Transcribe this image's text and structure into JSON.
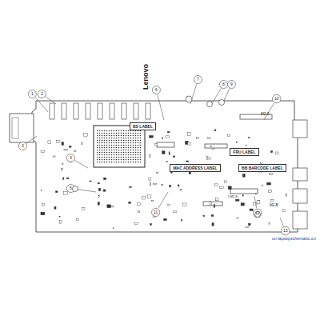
{
  "diagram": {
    "nodes": [
      {
        "text": [
          "BS LABEL"
        ]
      },
      {
        "text": [
          "FRU LABEL"
        ]
      },
      {
        "text": [
          "MAC ADDRESS LABEL"
        ]
      },
      {
        "text": [
          "BB BARCODE LABEL"
        ]
      }
    ],
    "labels": [
      "Lenovo",
      "M2-S",
      "M2-B",
      "I-M2-S",
      "1",
      "2",
      "3",
      "4",
      "5",
      "6",
      "7",
      "8",
      "9",
      "10",
      "11",
      "12",
      "13",
      "cn-laptopschematic.cn"
    ]
  }
}
